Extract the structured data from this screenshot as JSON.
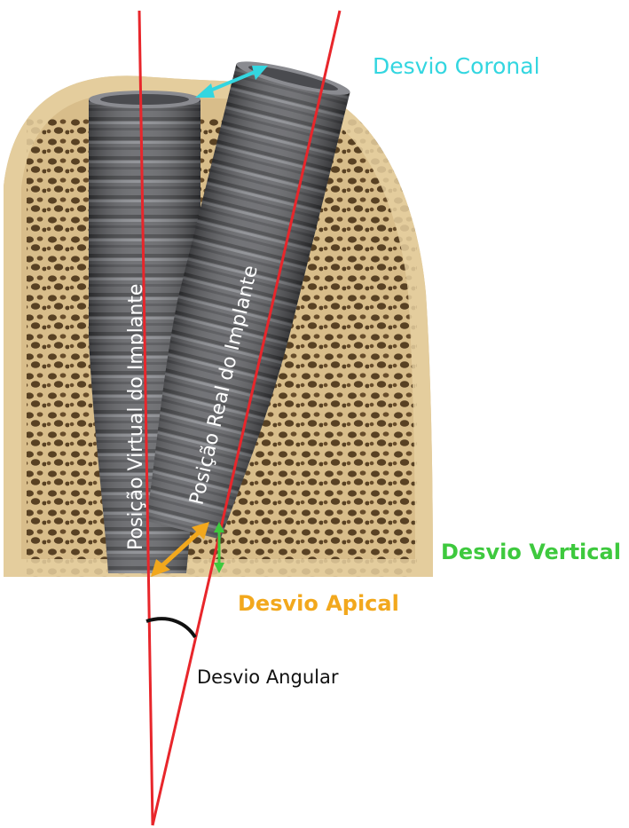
{
  "labels": {
    "coronal": "Desvio Coronal",
    "vertical": "Desvio Vertical",
    "apical": "Desvio Apical",
    "angular": "Desvio Angular",
    "virtual_implant": "Posição Virtual do Implante",
    "real_implant": "Posição Real do Implante"
  },
  "colors": {
    "coronal": "#33d6e0",
    "vertical": "#3ec93e",
    "apical": "#f2a81d",
    "angular": "#111111",
    "axis_lines": "#e8262b",
    "implant": "#5e5f63",
    "bone": "#d8bd8a",
    "bone_pores": "#4a3318",
    "implant_text": "#ffffff"
  },
  "icons": {
    "virtual_implant": "implant-screw-icon",
    "real_implant": "implant-screw-icon",
    "bone": "bone-section"
  }
}
